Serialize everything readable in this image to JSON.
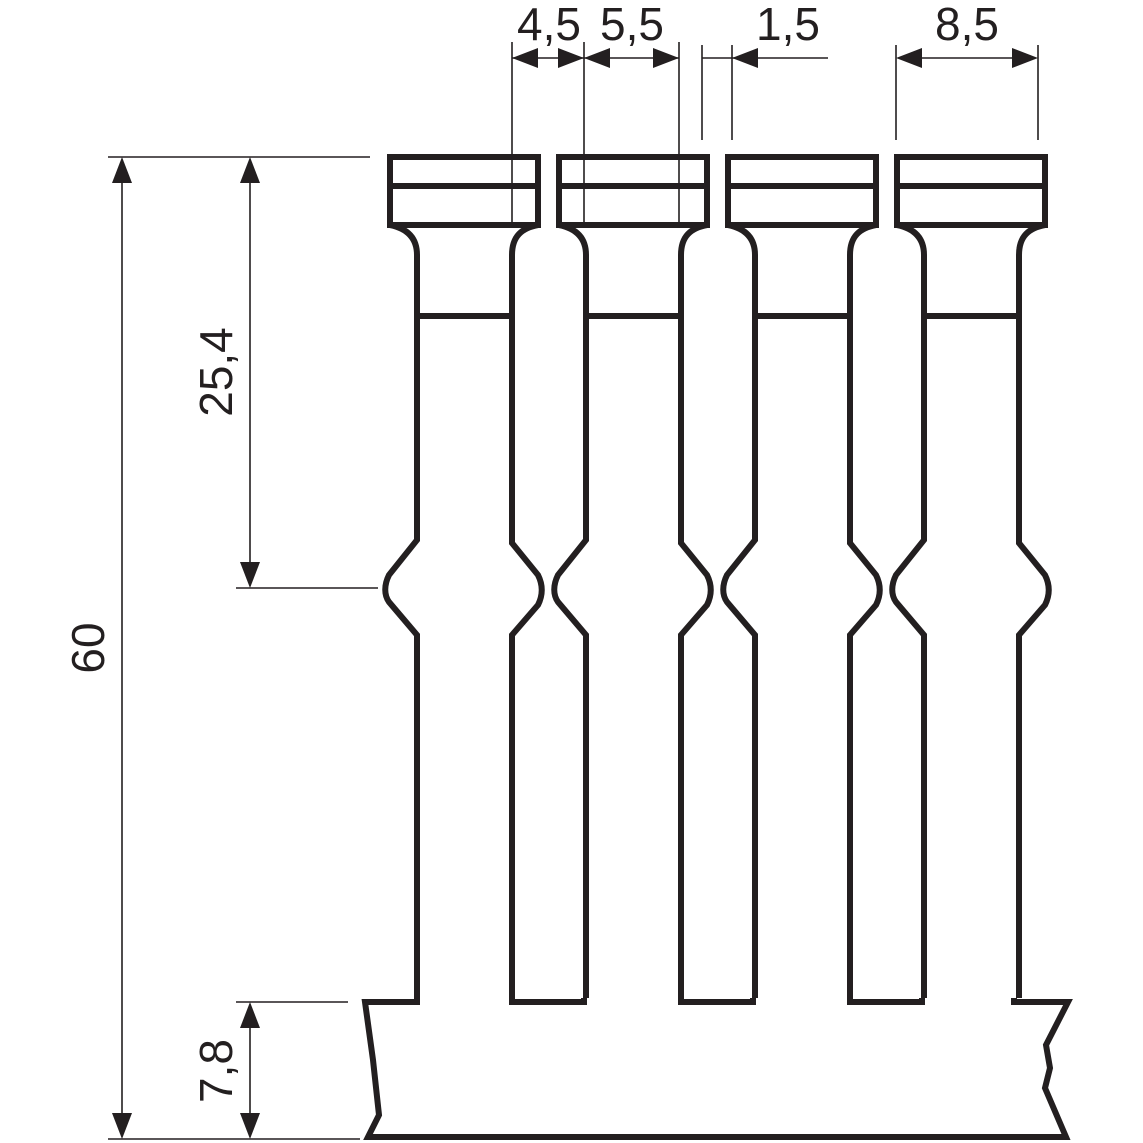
{
  "diagram": {
    "dimensions": {
      "overall_height": "60",
      "slot_depth": "25,4",
      "base_height": "7,8",
      "pin_width": "4,5",
      "slot_width": "5,5",
      "gap": "1,5",
      "pitch": "8,5"
    },
    "pin_count": 4,
    "colors": {
      "line": "#231f20",
      "background": "#ffffff"
    }
  }
}
